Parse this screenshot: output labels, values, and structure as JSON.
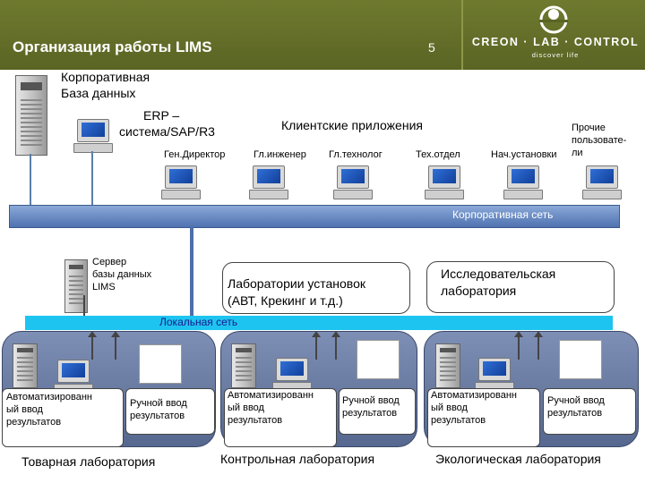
{
  "header": {
    "title": "Организация работы LIMS",
    "slide_number": "5",
    "logo_text": "CREON · LAB · CONTROL",
    "logo_tagline": "discover life"
  },
  "corporate": {
    "db_label_line1": "Корпоративная",
    "db_label_line2": "База данных",
    "erp_line1": "ERP –",
    "erp_line2": "система/SAP/R3",
    "client_apps": "Клиентские приложения",
    "other_users_line1": "Прочие",
    "other_users_line2": "пользовате-",
    "other_users_line3": "ли",
    "clients": [
      "Ген.Директор",
      "Гл.инженер",
      "Гл.технолог",
      "Тех.отдел",
      "Нач.установки"
    ],
    "network_label": "Корпоративная сеть"
  },
  "lims_server": {
    "line1": "Сервер",
    "line2": "базы данных",
    "line3": "LIMS"
  },
  "boxes": {
    "plants_line1": "Лаборатории установок",
    "plants_line2": "(АВТ, Крекинг и т.д.)",
    "research_line1": "Исследовательская",
    "research_line2": "лаборатория"
  },
  "local_network_label": "Локальная сеть",
  "labs": [
    {
      "auto_line1": "Автоматизированн",
      "auto_line2": "ый ввод",
      "auto_line3": "результатов",
      "manual_line1": "Ручной ввод",
      "manual_line2": "результатов",
      "name": "Товарная лаборатория"
    },
    {
      "auto_line1": "Автоматизированн",
      "auto_line2": "ый ввод",
      "auto_line3": "результатов",
      "manual_line1": "Ручной ввод",
      "manual_line2": "результатов",
      "name": "Контрольная лаборатория"
    },
    {
      "auto_line1": "Автоматизированн",
      "auto_line2": "ый ввод",
      "auto_line3": "результатов",
      "manual_line1": "Ручной ввод",
      "manual_line2": "результатов",
      "name": "Экологическая лаборатория"
    }
  ]
}
